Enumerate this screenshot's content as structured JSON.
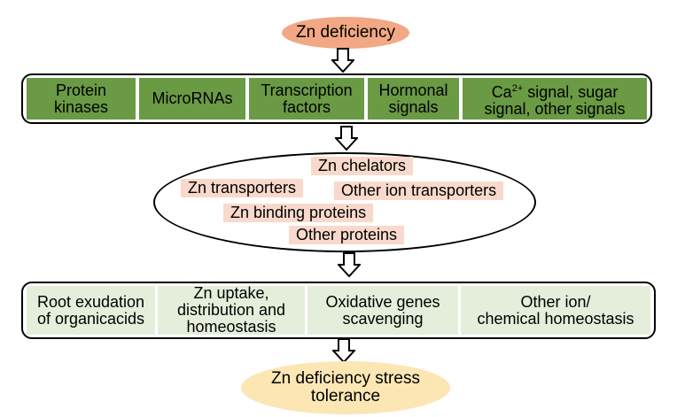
{
  "top": {
    "label": "Zn deficiency"
  },
  "signals": [
    {
      "l1": "Protein",
      "l2": "kinases"
    },
    {
      "l1": "MicroRNAs",
      "l2": ""
    },
    {
      "l1": "Transcription",
      "l2": "factors"
    },
    {
      "l1": "Hormonal",
      "l2": "signals"
    },
    {
      "l1_pre": "Ca",
      "l1_sup": "2+",
      "l1_post": " signal, sugar",
      "l2": "signal, other signals"
    }
  ],
  "proteins": {
    "chelators": "Zn chelators",
    "transporters": "Zn transporters",
    "ion_transporters": "Other ion transporters",
    "binding": "Zn binding proteins",
    "other": "Other proteins"
  },
  "responses": [
    {
      "lines": [
        "Root exudation",
        "of organicacids"
      ]
    },
    {
      "lines": [
        "Zn uptake,",
        "distribution and",
        "homeostasis"
      ]
    },
    {
      "lines": [
        "Oxidative genes",
        "scavenging"
      ]
    },
    {
      "lines": [
        "Other ion/",
        "chemical homeostasis"
      ]
    }
  ],
  "bottom": {
    "l1": "Zn deficiency stress",
    "l2": "tolerance"
  },
  "colors": {
    "top_oval": "#f2a884",
    "signal_cells": "#6a9a43",
    "protein_pills": "#f8d9cb",
    "response_cells": "#e5eedb",
    "bottom_oval": "#fbe6b4"
  }
}
